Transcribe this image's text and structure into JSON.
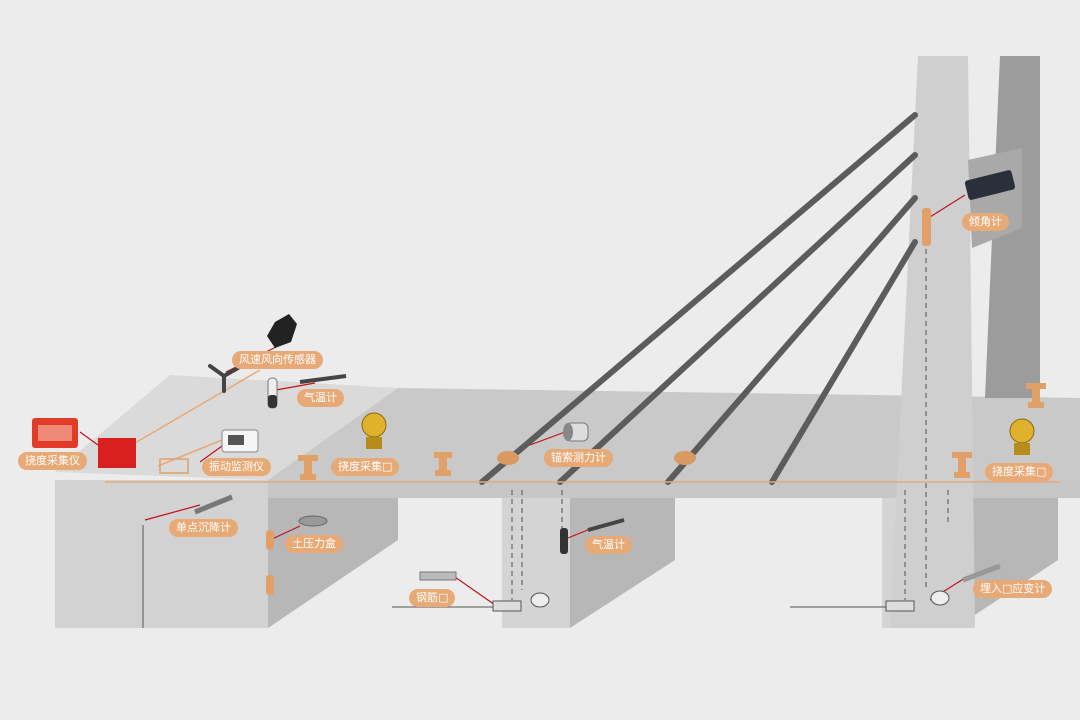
{
  "labels": {
    "wind_sensor": "风速风向传感器",
    "air_temp_top": "气温计",
    "deflection_collector_left": "挠度采集仪",
    "vibration_monitor": "振动监测仪",
    "deflection_collector_mid": "挠度采集□",
    "cable_force_meter": "锚索测力计",
    "tilt_meter": "倾角计",
    "deflection_collector_right": "挠度采集□",
    "settlement_meter": "单点沉降计",
    "earth_pressure_cell": "土压力盒",
    "air_temp_pier": "气温计",
    "rebar_meter": "钢筋□",
    "strain_gauge": "埋入□应变计"
  },
  "colors": {
    "background": "#ececed",
    "structure": "#c9c9c9",
    "structure_dark": "#b2b2b2",
    "cable": "#5c5c5c",
    "accent": "#e7aa76",
    "leader_line": "#c0121a",
    "collector_box": "#d8201f"
  },
  "icons": [
    "wind-vane-icon",
    "thermometer-icon",
    "data-logger-icon",
    "vibration-monitor-icon",
    "pressure-transmitter-icon",
    "cable-force-sensor-icon",
    "inclinometer-icon",
    "settlement-sensor-icon",
    "earth-pressure-cell-icon",
    "rebar-meter-icon",
    "strain-gauge-icon"
  ]
}
